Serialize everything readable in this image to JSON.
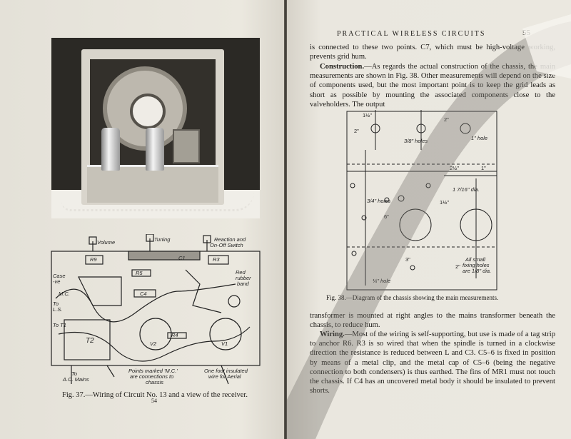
{
  "left_page": {
    "wiring_labels": {
      "volume": "Volume",
      "tuning": "Tuning",
      "reaction": "Reaction and",
      "onoff": "On-Off Switch",
      "case": "Case",
      "case_ve": "-ve",
      "red_rubber": "Red",
      "rubber": "rubber",
      "band": "band",
      "to_ls": "To",
      "ls": "L.S.",
      "to_t1": "To T1",
      "t2": "T2",
      "v2": "V2",
      "v1": "V1",
      "c4": "C4",
      "r9": "R9",
      "r3": "R3",
      "c1": "C1",
      "r4": "R4",
      "r5": "R5",
      "mc": "M.C.",
      "to_ac": "To",
      "ac_mains": "A.C. Mains",
      "points1": "Points marked 'M.C.'",
      "points2": "are connections to",
      "points3": "chassis",
      "foot1": "One foot insulated",
      "foot2": "wire for Aerial"
    },
    "caption": "Fig. 37.—Wiring of Circuit No. 13 and a view of the receiver.",
    "page_number": "54"
  },
  "right_page": {
    "header": "PRACTICAL WIRELESS CIRCUITS",
    "page_number": "55",
    "para1": "is connected to these two points. C7, which must be high-voltage working, prevents grid hum.",
    "para2_head": "Construction.",
    "para2": "—As regards the actual construction of the chassis, the main measurements are shown in Fig. 38. Other measurements will depend on the size of components used, but the most important point is to keep the grid leads as short as possible by mounting the associated components close to the valveholders. The output",
    "fig_labels": {
      "d1": "1½\"",
      "d2": "2\"",
      "d3": "2\"",
      "d4": "3/8\" holes",
      "d5": "1\" hole",
      "d6": "2½\"",
      "d7": "1\"",
      "d8": "1 7/16\" dia.",
      "d9": "1½\"",
      "d10": "3/4\" holes",
      "d11": "6\"",
      "d12": "3\"",
      "d13": "2\"",
      "d14": "All small",
      "d15": "fixing holes",
      "d16": "are 1/8\" dia.",
      "d17": "¼\" hole"
    },
    "fig_caption": "Fig. 38.—Diagram of the chassis showing the main measurements.",
    "para3": "transformer is mounted at right angles to the mains transformer beneath the chassis, to reduce hum.",
    "para4_head": "Wiring.",
    "para4": "—Most of the wiring is self-supporting, but use is made of a tag strip to anchor R6. R3 is so wired that when the spindle is turned in a clockwise direction the resistance is reduced between L and C3. C5–6 is fixed in position by means of a metal clip, and the metal cap of C5–6 (being the negative connection to both condensers) is thus earthed. The fins of MR1 must not touch the chassis. If C4 has an uncovered metal body it should be insulated to prevent shorts."
  },
  "colors": {
    "paper": "#e9e6de",
    "ink": "#1d1b18",
    "tape": "#8f8c84"
  }
}
